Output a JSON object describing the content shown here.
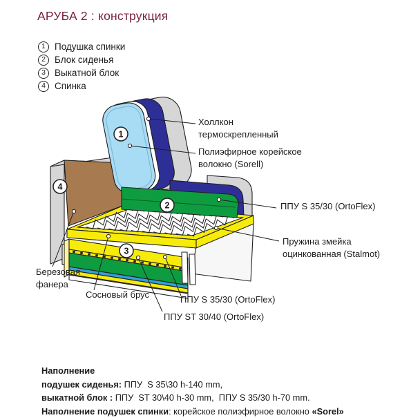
{
  "title": "АРУБА 2 : конструкция",
  "legend": {
    "items": [
      {
        "num": "1",
        "label": "Подушка спинки"
      },
      {
        "num": "2",
        "label": "Блок сиденья"
      },
      {
        "num": "3",
        "label": "Выкатной блок"
      },
      {
        "num": "4",
        "label": "Спинка"
      }
    ]
  },
  "diagram": {
    "n1": "1",
    "n2": "2",
    "n3": "3",
    "n4": "4"
  },
  "callouts": {
    "hollcon": {
      "line1": "Холлкон",
      "line2": "термоскрепленный"
    },
    "sorell": {
      "line1": "Полиэфирное корейское",
      "line2": "волокно (Sorell)"
    },
    "ppu_s_right": {
      "line1": "ППУ S 35/30 (OrtoFlex)"
    },
    "spring": {
      "line1": "Пружина змейка",
      "line2": "оцинкованная (Stalmot)"
    },
    "plywood": {
      "line1": "Березовая",
      "line2": "фанера"
    },
    "pine": {
      "line1": "Сосновый брус"
    },
    "ppu_s_bottom": {
      "line1": "ППУ S 35/30 (OrtoFlex)"
    },
    "ppu_st_bottom": {
      "line1": "ППУ ST 30/40 (OrtoFlex)"
    }
  },
  "footer": {
    "line1_bold": "Наполнение",
    "line2_bold": "подушек сиденья:",
    "line2_text": " ППУ  S 35\\30 h-140 mm,",
    "line3_bold": "выкатной блок :",
    "line3_text": " ППУ  ST 30\\40 h-30 mm,  ППУ S 35/30 h-70 mm.",
    "line4_bold": "Наполнение подушек спинки",
    "line4_text": ": корейское полиэфирное волокно ",
    "line4_bold2": "«Sorel»"
  },
  "colors": {
    "title_maroon": "#7a2145",
    "text": "#1c1c1c",
    "cushion_light_blue": "#a8dcf4",
    "foam_dark_blue": "#2e2f96",
    "gray_panel": "#d6d6d6",
    "foam_green": "#0e9c41",
    "pine_yellow": "#f6eb0b",
    "pine_yellow_light": "#faf3a0",
    "blue_stripe": "#2fa0d9",
    "plywood_brown": "#a87a4f",
    "base_white": "#f7f7f7",
    "outline": "#1f1f1f"
  }
}
